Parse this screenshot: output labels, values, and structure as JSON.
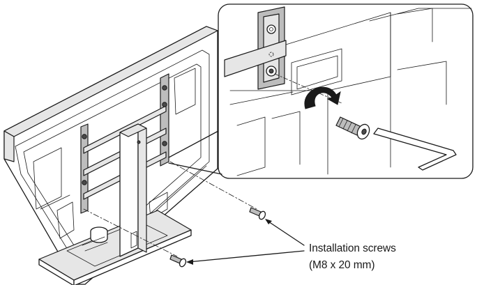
{
  "callout": {
    "line1": "Installation screws",
    "line2": "(M8 x 20 mm)"
  },
  "colors": {
    "line": "#1a1a1a",
    "light_fill": "#e6e6e6",
    "mid_fill": "#bdbdbd",
    "dark_fill": "#4a4a4a",
    "background": "#ffffff"
  },
  "icons": {
    "television": "tv-back-panel",
    "stand": "stand-column-and-base",
    "bracket": "mounting-bracket",
    "screw": "screw-icon",
    "hex_key": "hex-key-icon",
    "rotation": "rotation-arrow-icon"
  }
}
